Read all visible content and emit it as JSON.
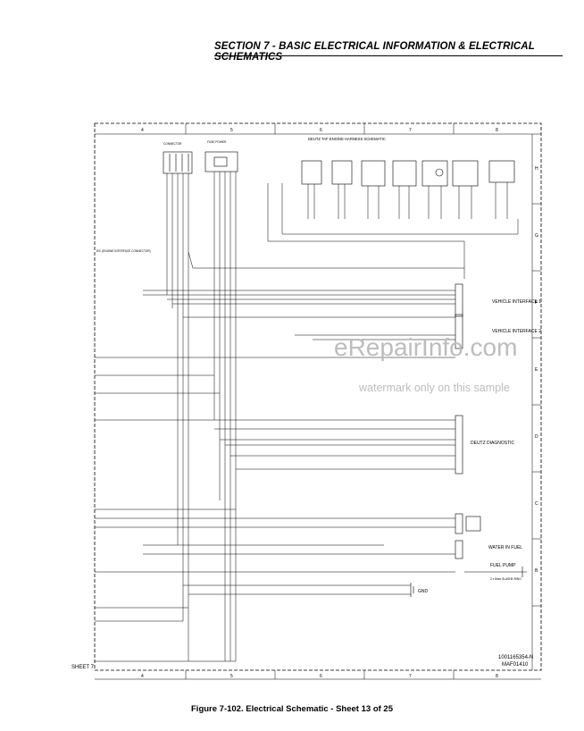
{
  "header": {
    "section_title": "SECTION 7 - BASIC ELECTRICAL INFORMATION & ELECTRICAL SCHEMATICS"
  },
  "caption": "Figure 7-102.  Electrical Schematic - Sheet 13 of 25",
  "schematic": {
    "title": "DEUTZ TAF ENGINE HARNESS SCHEMATIC",
    "column_labels": [
      "4",
      "5",
      "6",
      "7",
      "8"
    ],
    "row_labels": [
      "H",
      "G",
      "F",
      "E",
      "D",
      "C",
      "B"
    ],
    "sheet_label": "SHEET 7",
    "drawing_number": "1001165354-N",
    "drawing_code": "MAF01410",
    "labels": {
      "eic": "EIC (ENGINE INTERFACE CONNECTOR)",
      "vehicle_interface_1": "VEHICLE INTERFACE 1",
      "vehicle_interface_2": "VEHICLE INTERFACE 2",
      "deutz_diagnostic": "DEUTZ DIAGNOSTIC",
      "water_in_fuel": "WATER IN FUEL",
      "fuel_pump": "FUEL PUMP",
      "gnd": "GND",
      "ring": "2 x 8mm  SLASHD RING"
    }
  },
  "watermark": {
    "brand": "eRepairInfo.com",
    "notice": "watermark only on this sample"
  }
}
